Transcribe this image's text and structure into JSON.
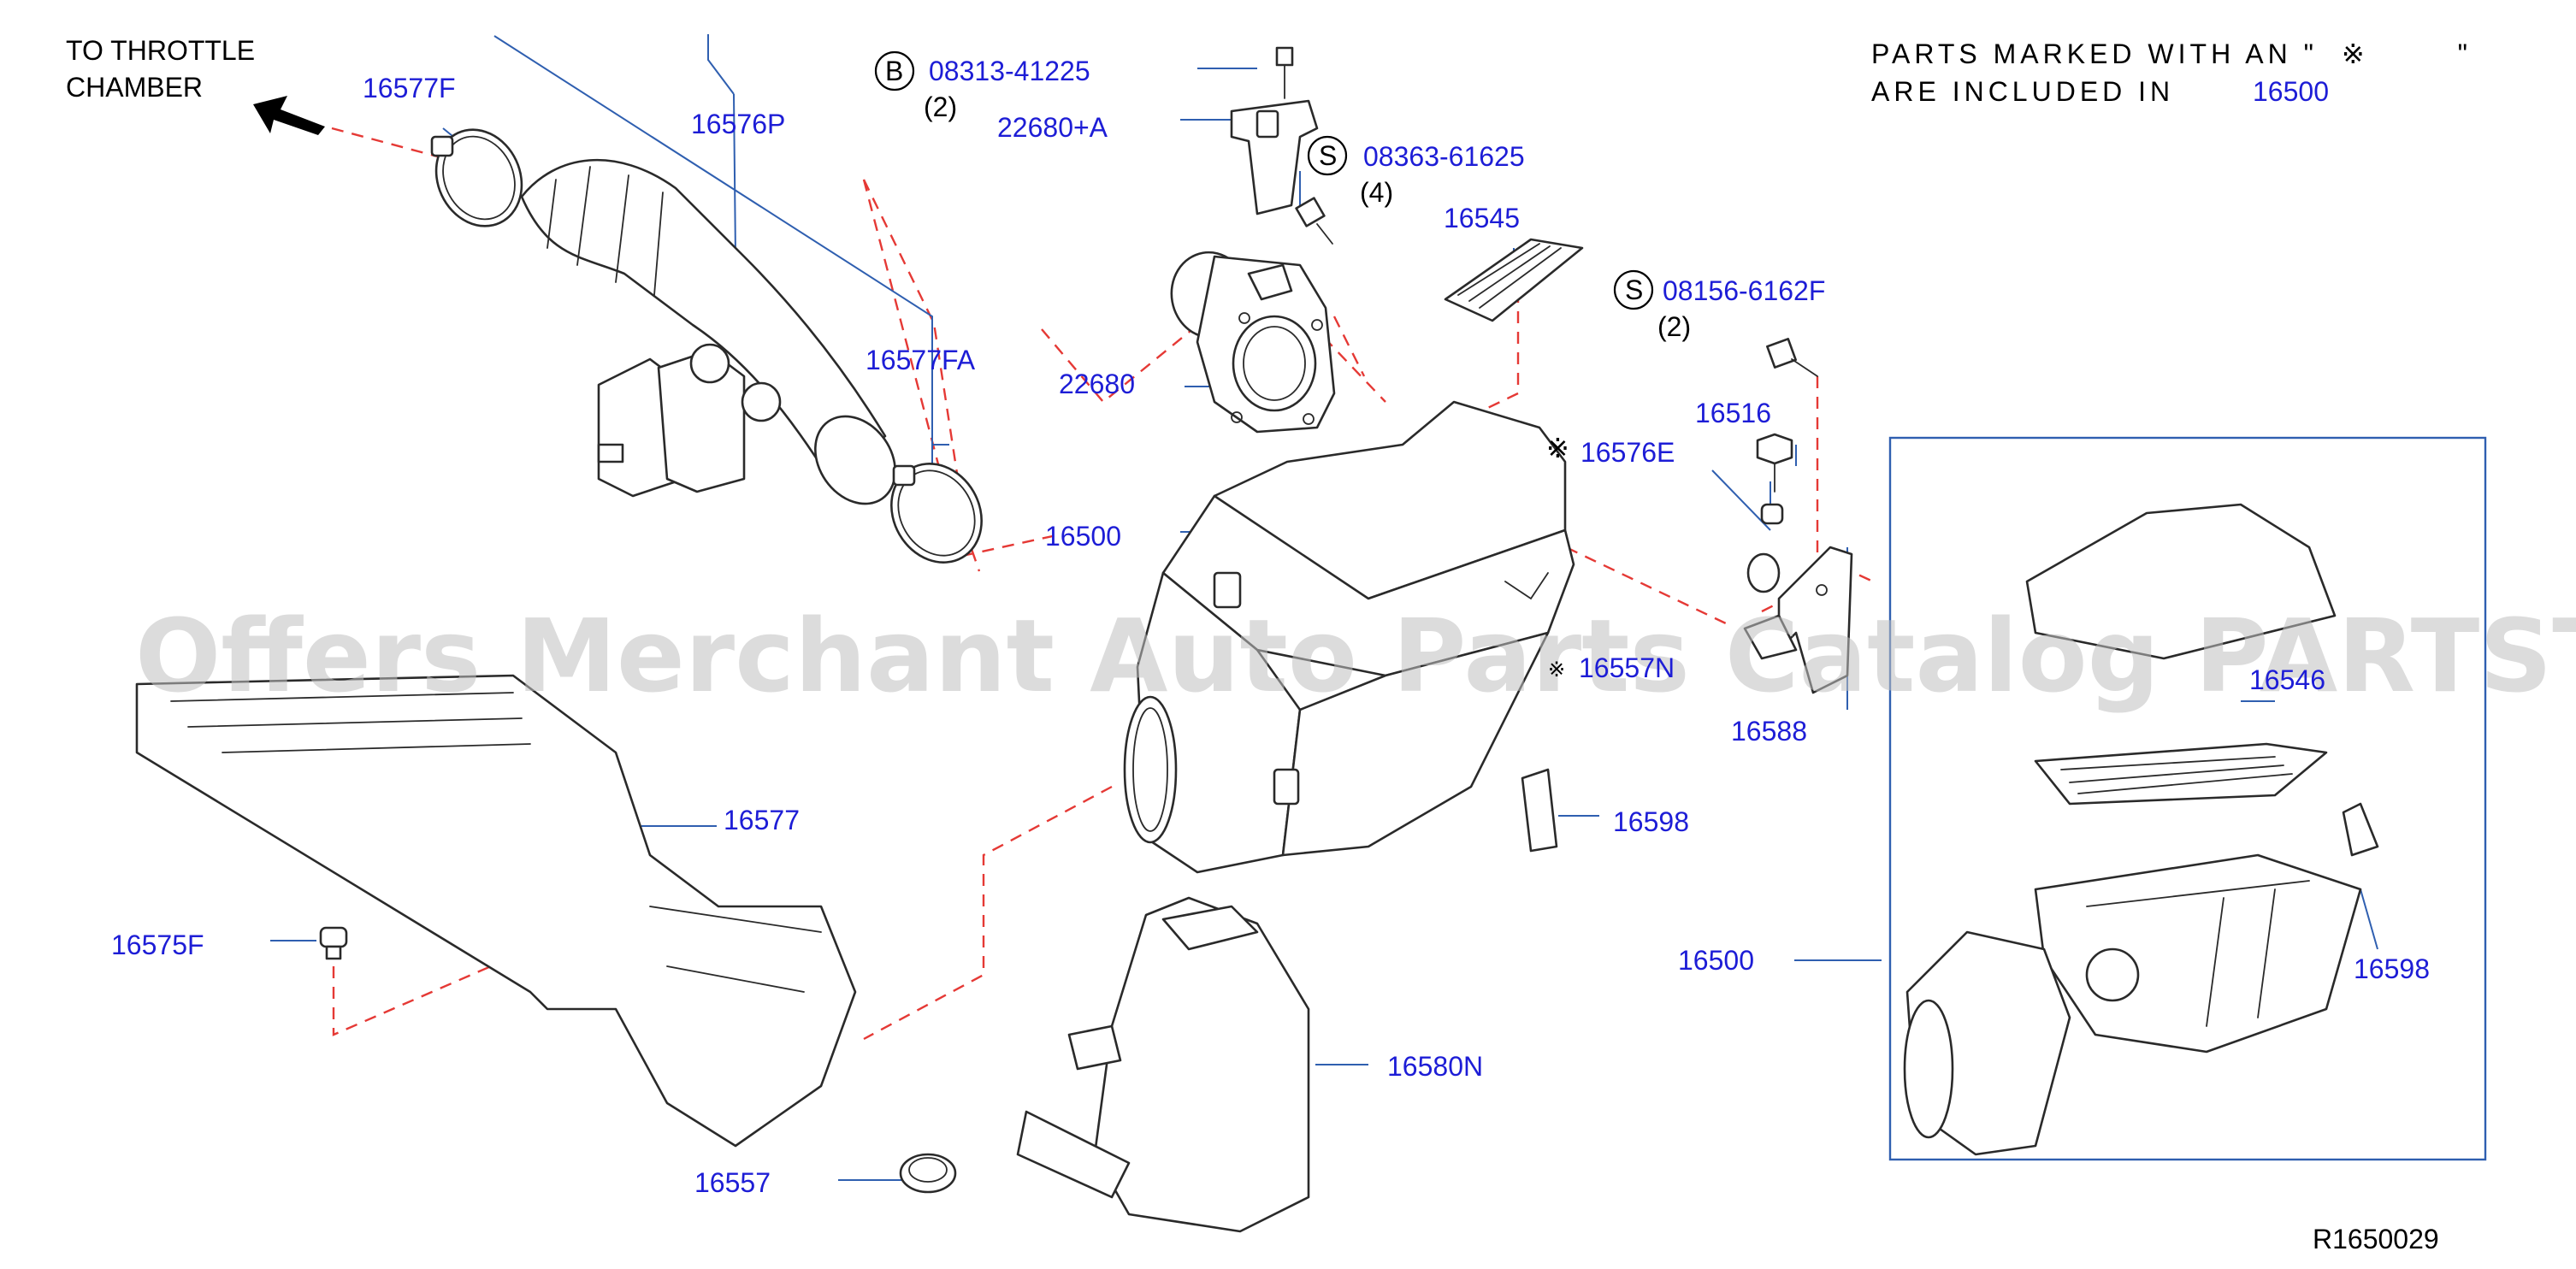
{
  "header": {
    "destination_line1": "TO  THROTTLE",
    "destination_line2": "CHAMBER",
    "note_line1_part1": "PARTS  MARKED  WITH  AN  \"",
    "note_symbol": "※",
    "note_line1_part2": "\"",
    "note_line2": "ARE  INCLUDED  IN",
    "note_line2_code": "16500"
  },
  "callouts": {
    "c16577F": "16577F",
    "c16576P": "16576P",
    "c16577FA": "16577FA",
    "b_code": "08313-41225",
    "b_letter": "B",
    "b_qty": "(2)",
    "c22680A": "22680+A",
    "s1_letter": "S",
    "s1_code": "08363-61625",
    "s1_qty": "(4)",
    "c16545": "16545",
    "s2_letter": "S",
    "s2_code": "08156-6162F",
    "s2_qty": "(2)",
    "c22680": "22680",
    "c16516": "16516",
    "c16576E": "16576E",
    "c16576E_mark": "※",
    "c16500_main": "16500",
    "c16557_hidden": "16557N",
    "c16557_mark": "※",
    "c16588": "16588",
    "c16546": "16546",
    "c16577": "16577",
    "c16598_main": "16598",
    "c16575F": "16575F",
    "c16500_inset": "16500",
    "c16598_inset": "16598",
    "c16580N": "16580N",
    "c16557": "16557"
  },
  "footer": {
    "diagram_code": "R1650029"
  },
  "watermark": {
    "text": "Offers Merchant Auto Parts Catalog PARTSTORE SA"
  },
  "colors": {
    "label_blue": "#1d1dd6",
    "leader_blue": "#2f5fb0",
    "dash_red": "#e53935",
    "line_black": "#2a2a2a"
  }
}
